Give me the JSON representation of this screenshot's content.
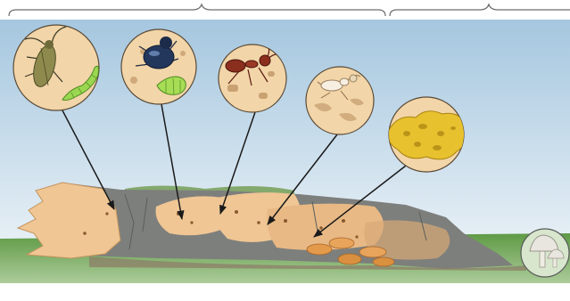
{
  "diagram": {
    "palette": {
      "sky_top": "#9fc3dd",
      "sky_bottom": "#eef4f8",
      "grass": "#6aa84f",
      "log_bark": "#7d7f7c",
      "log_wood": "#efc694",
      "fungus_orange": "#e49a4b",
      "mushroom_white": "#e9e6df",
      "bracket_line": "#6d6d6d",
      "circle_fill": "#f2d5a8",
      "arrow": "#1a1a1a"
    },
    "brackets": [
      {
        "name": "bracket-left",
        "marker": ""
      },
      {
        "name": "bracket-right",
        "marker": "."
      }
    ],
    "insets": [
      {
        "name": "longhorn-beetle-inset",
        "icon": "longhorn-beetle-and-larva-icon"
      },
      {
        "name": "bark-beetle-inset",
        "icon": "blue-beetle-and-larva-icon"
      },
      {
        "name": "carpenter-ant-inset",
        "icon": "carpenter-ant-icon"
      },
      {
        "name": "termite-inset",
        "icon": "termite-icon"
      },
      {
        "name": "fungus-inset",
        "icon": "yellow-fungus-icon"
      }
    ],
    "log": {
      "name": "decaying-log",
      "icon": "rotting-log-icon"
    },
    "mushroom": {
      "name": "mushroom-circle",
      "icon": "white-mushroom-icon"
    }
  }
}
